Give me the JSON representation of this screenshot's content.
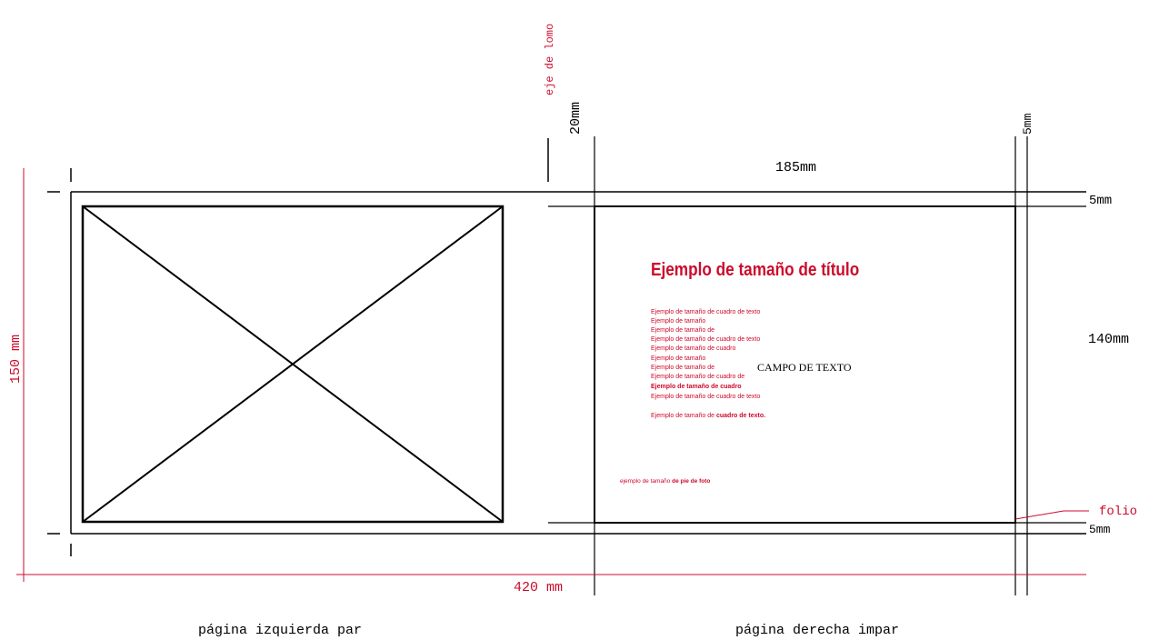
{
  "colors": {
    "line": "#000000",
    "accent": "#cc0b2c"
  },
  "labels": {
    "spine_axis": "eje de lomo",
    "gutter": "20mm",
    "right_margin": "5mm",
    "text_width": "185mm",
    "top_margin": "5mm",
    "text_height": "140mm",
    "folio": "folio",
    "bottom_margin": "5mm",
    "total_height": "150 mm",
    "total_width": "420 mm",
    "left_page": "página izquierda par",
    "right_page": "página derecha impar"
  },
  "content": {
    "title_sample": "Ejemplo de tamaño de título",
    "text_lines": [
      "Ejemplo de tamaño de cuadro de texto",
      "Ejemplo de tamaño",
      "Ejemplo de tamaño de",
      "Ejemplo de tamaño de cuadro de texto",
      "Ejemplo de tamaño de cuadro",
      "Ejemplo de tamaño",
      "Ejemplo de tamaño de",
      "Ejemplo de tamaño de cuadro de",
      "Ejemplo de tamaño de cuadro",
      "Ejemplo de tamaño de cuadro de texto"
    ],
    "last_line_prefix": "Ejemplo de tamaño de ",
    "last_line_bold": "cuadro de texto.",
    "field_label": "CAMPO DE TEXTO",
    "caption_prefix": "ejemplo de tamaño ",
    "caption_bold": "de pie de foto"
  }
}
